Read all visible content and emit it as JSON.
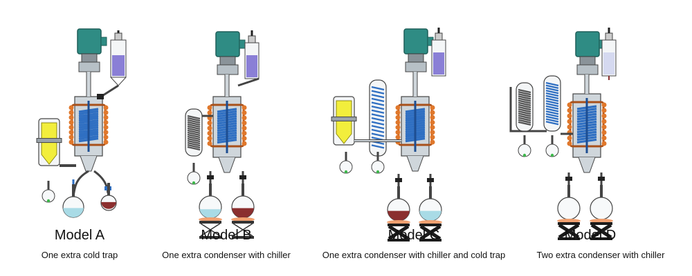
{
  "colors": {
    "motor": "#2f8c84",
    "motor_dark": "#1f5f59",
    "glass": "#cfd6db",
    "glass_line": "#444444",
    "coil": "#2f6fc2",
    "coil_dark": "#1e4e91",
    "heater": "#e0782c",
    "heater_dark": "#a8501a",
    "cold_trap_fill": "#f2ee3c",
    "liquid_blue": "#a9dbe6",
    "liquid_violet": "#8a7fd6",
    "liquid_brown": "#8b2f2f",
    "jack_black": "#1b1b1b",
    "warm_plate": "#f0a070",
    "drop_green": "#3cb84a"
  },
  "icons": [
    "motor-icon",
    "evaporator-icon",
    "coil-condenser-icon",
    "cold-trap-icon",
    "feed-funnel-icon",
    "receiving-flask-icon",
    "lab-jack-icon"
  ],
  "models": [
    {
      "name": "Model A",
      "caption": "One extra cold trap"
    },
    {
      "name": "Model B",
      "caption": "One extra condenser with chiller"
    },
    {
      "name": "Model C",
      "caption": "One extra condenser with chiller and cold trap"
    },
    {
      "name": "Model D",
      "caption": "Two extra condenser with chiller"
    }
  ]
}
